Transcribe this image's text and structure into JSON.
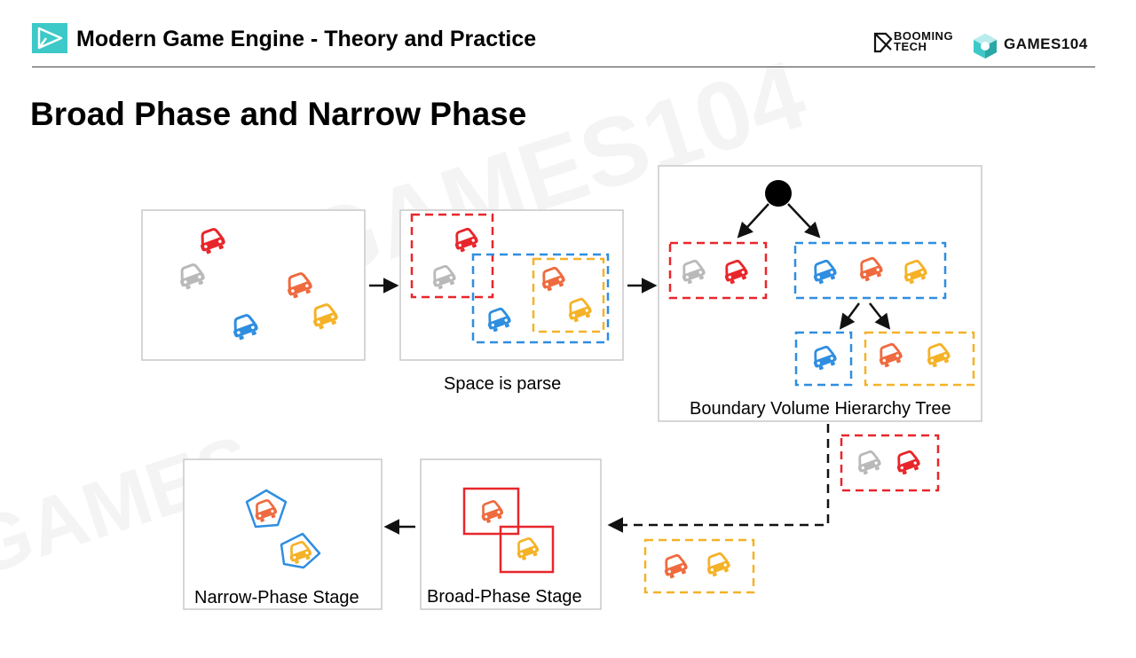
{
  "header": {
    "title": "Modern Game Engine - Theory and Practice",
    "brand_booming": "BOOMING TECH",
    "brand_games": "GAMES104"
  },
  "slide": {
    "title": "Broad Phase and Narrow Phase"
  },
  "diagram": {
    "captions": {
      "space_partition": "Space is parse",
      "bvh_tree": "Boundary Volume Hierarchy Tree",
      "broad_phase": "Broad-Phase Stage",
      "narrow_phase": "Narrow-Phase Stage"
    }
  },
  "colors": {
    "red": "#e8262a",
    "gray": "#b9b9b9",
    "orange": "#ef6a3e",
    "yellow": "#f5b227",
    "blue": "#2f8ee0",
    "panel_border": "#c9c9c9",
    "accent": "#3cc9c8"
  },
  "icons": {
    "car": "car-icon",
    "logo": "play-triangle-logo-icon"
  }
}
